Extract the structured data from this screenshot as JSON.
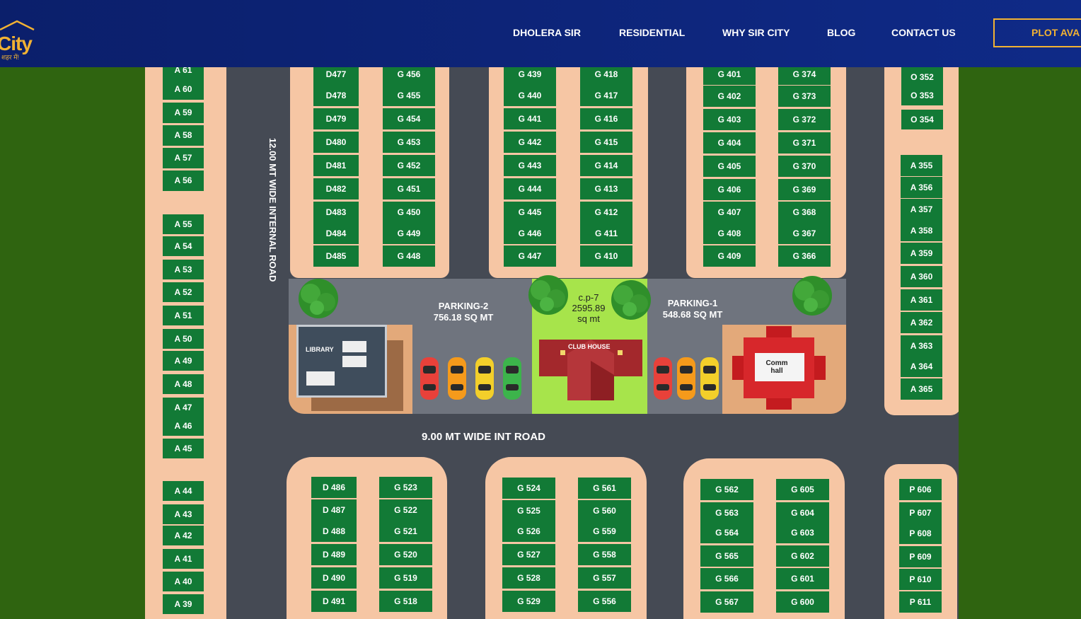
{
  "header": {
    "logo_text": "City",
    "logo_sub": "शहर में!",
    "nav": [
      "DHOLERA SIR",
      "RESIDENTIAL",
      "WHY SIR CITY",
      "BLOG",
      "CONTACT US"
    ],
    "cta": "PLOT AVA"
  },
  "roads": {
    "vertical": "12.00 MT WIDE INTERNAL ROAD",
    "horizontal": "9.00 MT WIDE INT ROAD"
  },
  "amenities": {
    "parking2": [
      "PARKING-2",
      "756.18 SQ MT"
    ],
    "parking1": [
      "PARKING-1",
      "548.68 SQ MT"
    ],
    "cp7": [
      "c.p-7",
      "2595.89",
      "sq mt"
    ],
    "club_house": "CLUB HOUSE",
    "library": "LIBRARY",
    "comm_hall": [
      "Comm",
      "hall"
    ]
  },
  "plots": {
    "a_left_1": [
      "A 61",
      "A 60",
      "A 59",
      "A 58",
      "A 57",
      "A 56"
    ],
    "a_left_2": [
      "A 55",
      "A 54",
      "A 53",
      "A 52",
      "A 51",
      "A 50",
      "A 49",
      "A 48",
      "A 47",
      "A 46",
      "A 45"
    ],
    "a_left_3": [
      "A 44",
      "A 43",
      "A 42",
      "A 41",
      "A 40",
      "A 39"
    ],
    "top_d1": [
      "D477",
      "D478",
      "D479",
      "D480",
      "D481",
      "D482",
      "D483",
      "D484",
      "D485"
    ],
    "top_g1": [
      "G 456",
      "G 455",
      "G 454",
      "G 453",
      "G 452",
      "G 451",
      "G 450",
      "G 449",
      "G 448"
    ],
    "top_g2": [
      "G 439",
      "G 440",
      "G 441",
      "G 442",
      "G 443",
      "G 444",
      "G 445",
      "G 446",
      "G 447"
    ],
    "top_g3": [
      "G 418",
      "G 417",
      "G 416",
      "G 415",
      "G 414",
      "G 413",
      "G 412",
      "G 411",
      "G 410"
    ],
    "top_g4": [
      "G 401",
      "G 402",
      "G 403",
      "G 404",
      "G 405",
      "G 406",
      "G 407",
      "G 408",
      "G 409"
    ],
    "top_g5": [
      "G 374",
      "G 373",
      "G 372",
      "G 371",
      "G 370",
      "G 369",
      "G 368",
      "G 367",
      "G 366"
    ],
    "o_right": [
      "O 352",
      "O 353",
      "O 354"
    ],
    "a_right": [
      "A 355",
      "A 356",
      "A 357",
      "A 358",
      "A 359",
      "A 360",
      "A 361",
      "A 362",
      "A 363",
      "A 364",
      "A 365"
    ],
    "bot_d1": [
      "D 486",
      "D 487",
      "D 488",
      "D 489",
      "D 490",
      "D 491"
    ],
    "bot_g1": [
      "G 523",
      "G 522",
      "G 521",
      "G 520",
      "G 519",
      "G 518"
    ],
    "bot_g2": [
      "G 524",
      "G 525",
      "G 526",
      "G 527",
      "G 528",
      "G 529"
    ],
    "bot_g3": [
      "G 561",
      "G 560",
      "G 559",
      "G 558",
      "G 557",
      "G 556"
    ],
    "bot_g4": [
      "G 562",
      "G 563",
      "G 564",
      "G 565",
      "G 566",
      "G 567"
    ],
    "bot_g5": [
      "G 605",
      "G 604",
      "G 603",
      "G 602",
      "G 601",
      "G 600"
    ],
    "p_right": [
      "P 606",
      "P 607",
      "P 608",
      "P 609",
      "P 610",
      "P 611"
    ]
  },
  "colors": {
    "header": "#0f2a87",
    "accent": "#f2b233",
    "plot": "#127a36",
    "sand": "#f6c6a4",
    "road": "#454a54",
    "grass": "#2f6410"
  }
}
